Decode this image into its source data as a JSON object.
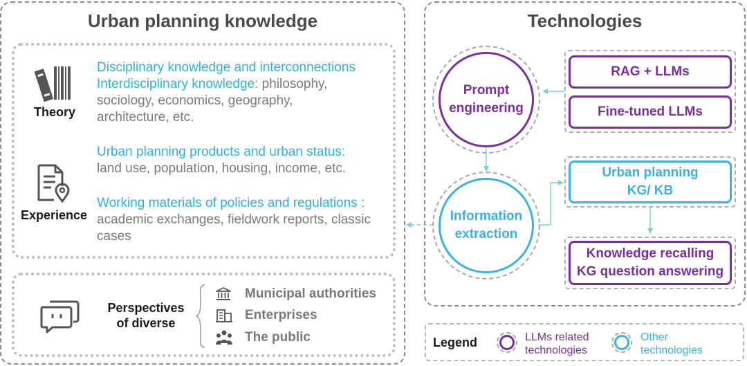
{
  "left_panel": {
    "title": "Urban planning knowledge",
    "theory": {
      "label": "Theory",
      "line1": "Disciplinary knowledge and interconnections",
      "line2_highlight": "Interdisciplinary knowledge:",
      "line2_rest": " philosophy,",
      "line3": "sociology, economics, geography,",
      "line4": "architecture, etc."
    },
    "experience": {
      "label": "Experience",
      "block1_title": "Urban planning products and urban status:",
      "block1_text": "land use, population, housing, income, etc.",
      "block2_title": "Working materials of policies and regulations :",
      "block2_line1": "academic exchanges, fieldwork reports, classic",
      "block2_line2": "cases"
    },
    "perspectives": {
      "label_line1": "Perspectives",
      "label_line2": "of diverse",
      "actors": [
        "Municipal authorities",
        "Enterprises",
        "The public"
      ]
    }
  },
  "right_panel": {
    "title": "Technologies",
    "prompt_circle": [
      "Prompt",
      "engineering"
    ],
    "info_circle": [
      "Information",
      "extraction"
    ],
    "rag_box": "RAG + LLMs",
    "finetune_box": "Fine-tuned LLMs",
    "kg_box": [
      "Urban planning",
      "KG/ KB"
    ],
    "recall_box": [
      "Knowledge recalling",
      "KG question answering"
    ]
  },
  "legend": {
    "label": "Legend",
    "llm": [
      "LLMs related",
      "technologies"
    ],
    "other": [
      "Other",
      "technologies"
    ]
  },
  "colors": {
    "llm_purple": "#7a2f9c",
    "other_blue": "#3ab3e3",
    "highlight_text": "#2ab3e0",
    "body_text": "#7a7a7a",
    "arrow": "#7fcfd6"
  }
}
